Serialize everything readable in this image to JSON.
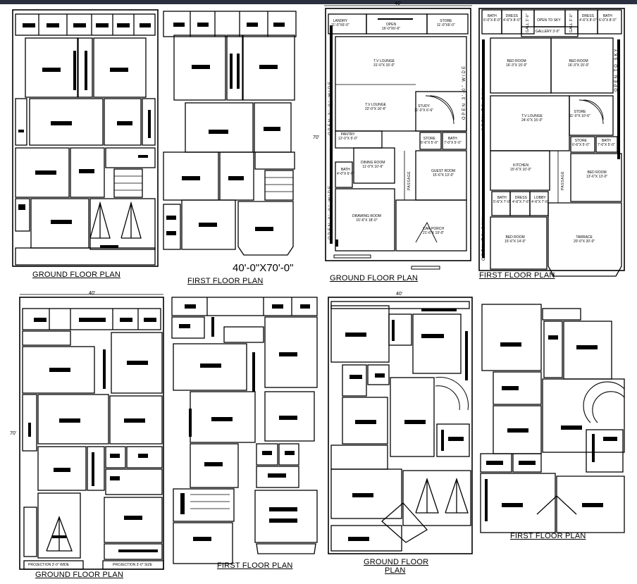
{
  "titles": {
    "main_dimension": "40'-0\"X70'-0\"",
    "p1": "GROUND FLOOR PLAN",
    "p2": "FIRST FLOOR PLAN",
    "p3": "GROUND FLOOR PLAN",
    "p4": "FIRST FLOOR PLAN",
    "p5": "GROUND FLOOR PLAN",
    "p6": "FIRST FLOOR PLAN",
    "p7_line1": "GROUND FLOOR",
    "p7_line2": "PLAN",
    "p8": "FIRST FLOOR PLAN"
  },
  "dimensions": {
    "width_40": "40'",
    "depth_70": "70'",
    "width_40b": "40'",
    "depth_70b": "70'",
    "width_40c": "40'"
  },
  "side_labels": {
    "open_wide_left": "OPEN 3'-0\" WIDE",
    "open_wide_left2": "OPEN 3'-0\" WIDE",
    "open_wide_right": "OPEN 3'-0\" WIDE",
    "open_to_sky_left": "OPEN TO SKY",
    "open_to_sky_left2": "OPEN TO SKY",
    "open_to_sky_right": "OPEN TO SKY"
  },
  "ground_rooms": [
    {
      "name": "LANDRY",
      "size": "11'-0\"X6'-0\""
    },
    {
      "name": "OPEN",
      "size": "16'-0\"X6'-6\""
    },
    {
      "name": "STORE",
      "size": "11'-0\"X6'-0\""
    },
    {
      "name": "T.V LOUNGE",
      "size": "31'-0\"X 15'-0\""
    },
    {
      "name": "T.V LOUNGE",
      "size": "22'-0\"X 16'-6\""
    },
    {
      "name": "STUDY",
      "size": "11'-0\"X 6'-6\""
    },
    {
      "name": "PANTRY",
      "size": "12'-0\"X 5'-0\""
    },
    {
      "name": "STORE",
      "size": "6'-6\"X 5'-0\""
    },
    {
      "name": "BATH",
      "size": "7'-0\"X 5'-0\""
    },
    {
      "name": "DINING ROOM",
      "size": "11'-0\"X 10'-6\""
    },
    {
      "name": "BATH",
      "size": "4'-0\"X 6'-0\""
    },
    {
      "name": "GUEST ROOM",
      "size": "15'-6\"X 13'-0\""
    },
    {
      "name": "DRAWING ROOM",
      "size": "15'-6\"X 18'-0\""
    },
    {
      "name": "CAR PORCH",
      "size": "21'-6\"X 19'-0\""
    },
    {
      "name": "PASSAGE",
      "size": "6'-0\""
    }
  ],
  "first_rooms": [
    {
      "name": "BATH",
      "size": "6'-0\"X 8'-0\""
    },
    {
      "name": "DRESS",
      "size": "4'-6\"X 8'-0\""
    },
    {
      "name": "GALL 3'-0\"",
      "size": ""
    },
    {
      "name": "OPEN TO SKY",
      "size": ""
    },
    {
      "name": "GALL 3'-0\"",
      "size": ""
    },
    {
      "name": "DRESS",
      "size": "4'-6\"X 8'-0\""
    },
    {
      "name": "BATH",
      "size": "6'-0\"X 8'-0\""
    },
    {
      "name": "GALLERY 3'-0\"",
      "size": ""
    },
    {
      "name": "BED ROOM",
      "size": "16'-3\"X 15'-0\""
    },
    {
      "name": "BED ROOM",
      "size": "16'-3\"X 15'-0\""
    },
    {
      "name": "T.V LOUNGE",
      "size": "24'-6\"X 15'-0\""
    },
    {
      "name": "STORE",
      "size": "11'-0\"X 10'-6\""
    },
    {
      "name": "STORE",
      "size": "6'-6\"X 5'-0\""
    },
    {
      "name": "BATH",
      "size": "7'-0\"X 5'-0\""
    },
    {
      "name": "KITCHEN",
      "size": "15'-6\"X 10'-0\""
    },
    {
      "name": "BED ROOM",
      "size": "13'-6\"X 13'-0\""
    },
    {
      "name": "BATH",
      "size": "5'-6\"X 7'-0\""
    },
    {
      "name": "DRESS",
      "size": "4'-6\"X 7'-6\""
    },
    {
      "name": "LOBBY",
      "size": "4'-6\"X 7'-6\""
    },
    {
      "name": "BED ROOM",
      "size": "15'-6\"X 14'-0\""
    },
    {
      "name": "TARRACE",
      "size": "20'-0\"X 20'-0\""
    },
    {
      "name": "PASSAGE",
      "size": "6'-0\""
    }
  ],
  "projections": {
    "left": "PROJECTION 3'-0\" WIDE",
    "right": "PROJECTION 3'-0\" SIZE"
  }
}
